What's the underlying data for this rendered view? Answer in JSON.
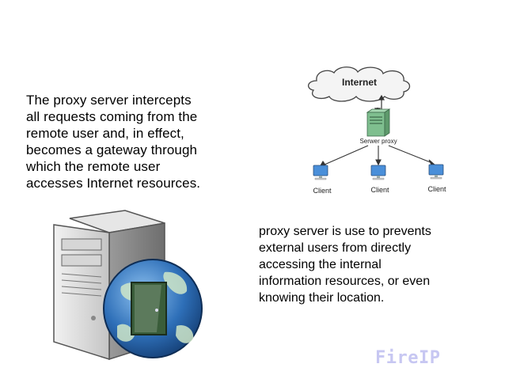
{
  "left_paragraph": {
    "lines": [
      "The proxy server intercepts",
      "all requests coming from the",
      "remote user and, in effect,",
      "becomes a gateway through",
      "which the remote user",
      "accesses Internet resources."
    ]
  },
  "right_paragraph": {
    "lines": [
      " proxy server is use to prevents",
      "external users from directly",
      "accessing the internal",
      "information resources, or even",
      "knowing their location."
    ]
  },
  "diagram": {
    "cloud_label": "Internet",
    "proxy_label": "Serwer proxy",
    "client_labels": [
      "Client",
      "Client",
      "Client"
    ]
  },
  "watermark": "FireIP",
  "colors": {
    "watermark": "#c7c7f2",
    "globe": "#2e6fb8",
    "server_body": "#d8d8d8",
    "proxy_box": "#7fbf8f",
    "client_screen": "#4a8fd9"
  },
  "icons": {
    "cloud": "cloud-icon",
    "proxy": "server-icon",
    "client": "computer-icon",
    "server_globe": "server-globe-door-icon"
  }
}
